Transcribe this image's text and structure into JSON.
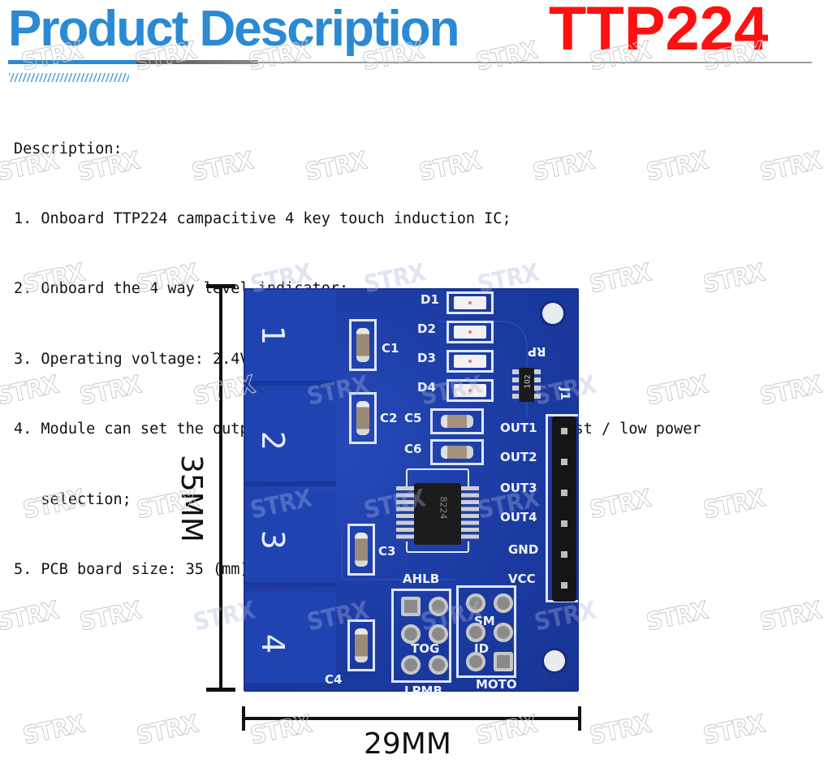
{
  "header": {
    "title": "Product Description",
    "model": "TTP224",
    "colors": {
      "title": "#2a8ad4",
      "model": "#ff1010"
    }
  },
  "description": {
    "heading": "Description:",
    "items": [
      "1. Onboard TTP224 campacitive 4 key touch induction IC;",
      "2. Onboard the 4 way level indicator;",
      "3. Operating voltage: 2.4V-5.5V;",
      "4. Module can set the output mode, output longest time, and fast / low power",
      "   selection;",
      "5. PCB board size: 35 (mm)x 29 (mm)"
    ]
  },
  "dimensions": {
    "height_label": "35MM",
    "width_label": "29MM"
  },
  "pcb": {
    "color": "#1d3fa8",
    "keys": [
      "1",
      "2",
      "3",
      "4"
    ],
    "capacitors": [
      "C1",
      "C2",
      "C3",
      "C4",
      "C5",
      "C6"
    ],
    "leds": [
      "D1",
      "D2",
      "D3",
      "D4"
    ],
    "resistor_array": {
      "label": "RP",
      "marking": "102"
    },
    "ic_marking": "8224",
    "header": {
      "label": "J1",
      "pins": [
        "OUT1",
        "OUT2",
        "OUT3",
        "OUT4",
        "GND",
        "VCC"
      ]
    },
    "jumpers": {
      "left_top": "AHLB",
      "left_mid": "TOG",
      "left_bottom": "LPMB",
      "right_top": "SM",
      "right_mid": "JD",
      "right_bottom": "MOTO"
    }
  },
  "watermark": "STRX"
}
